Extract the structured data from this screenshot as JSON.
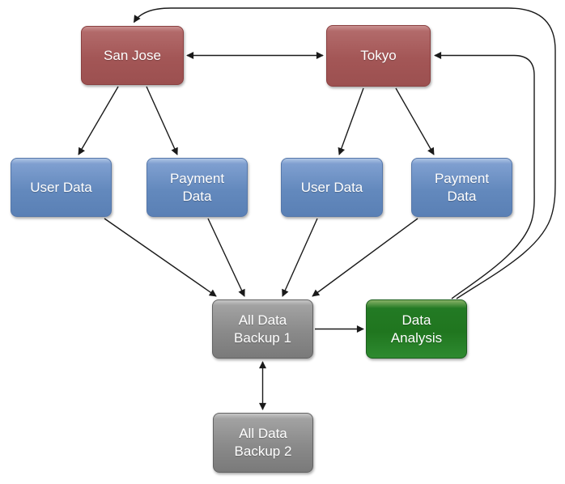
{
  "diagram": {
    "background_color": "#ffffff",
    "node_colors": {
      "region": "#a35656",
      "data_store": "#6389bd",
      "backup": "#8a8a8a",
      "analysis": "#20761f"
    },
    "text_color": "#ffffff",
    "edge_color": "#1a1a1a",
    "nodes": [
      {
        "id": "san-jose",
        "label": "San Jose",
        "type": "region",
        "color": "#a35656"
      },
      {
        "id": "tokyo",
        "label": "Tokyo",
        "type": "region",
        "color": "#a35656"
      },
      {
        "id": "user-data-west",
        "label": "User Data",
        "type": "data_store",
        "color": "#6389bd"
      },
      {
        "id": "payment-data-west",
        "label": "Payment\nData",
        "type": "data_store",
        "color": "#6389bd"
      },
      {
        "id": "user-data-east",
        "label": "User Data",
        "type": "data_store",
        "color": "#6389bd"
      },
      {
        "id": "payment-data-east",
        "label": "Payment\nData",
        "type": "data_store",
        "color": "#6389bd"
      },
      {
        "id": "backup-1",
        "label": "All Data\nBackup 1",
        "type": "backup",
        "color": "#8a8a8a"
      },
      {
        "id": "data-analysis",
        "label": "Data\nAnalysis",
        "type": "analysis",
        "color": "#20761f"
      },
      {
        "id": "backup-2",
        "label": "All Data\nBackup 2",
        "type": "backup",
        "color": "#8a8a8a"
      }
    ],
    "edges": [
      {
        "from": "san-jose",
        "to": "tokyo",
        "direction": "bidirectional"
      },
      {
        "from": "san-jose",
        "to": "user-data-west",
        "direction": "forward"
      },
      {
        "from": "san-jose",
        "to": "payment-data-west",
        "direction": "forward"
      },
      {
        "from": "tokyo",
        "to": "user-data-east",
        "direction": "forward"
      },
      {
        "from": "tokyo",
        "to": "payment-data-east",
        "direction": "forward"
      },
      {
        "from": "user-data-west",
        "to": "backup-1",
        "direction": "forward"
      },
      {
        "from": "payment-data-west",
        "to": "backup-1",
        "direction": "forward"
      },
      {
        "from": "user-data-east",
        "to": "backup-1",
        "direction": "forward"
      },
      {
        "from": "payment-data-east",
        "to": "backup-1",
        "direction": "forward"
      },
      {
        "from": "backup-1",
        "to": "data-analysis",
        "direction": "forward"
      },
      {
        "from": "backup-1",
        "to": "backup-2",
        "direction": "bidirectional"
      },
      {
        "from": "data-analysis",
        "to": "tokyo",
        "direction": "forward",
        "style": "curved"
      },
      {
        "from": "data-analysis",
        "to": "san-jose",
        "direction": "forward",
        "style": "curved"
      }
    ]
  }
}
